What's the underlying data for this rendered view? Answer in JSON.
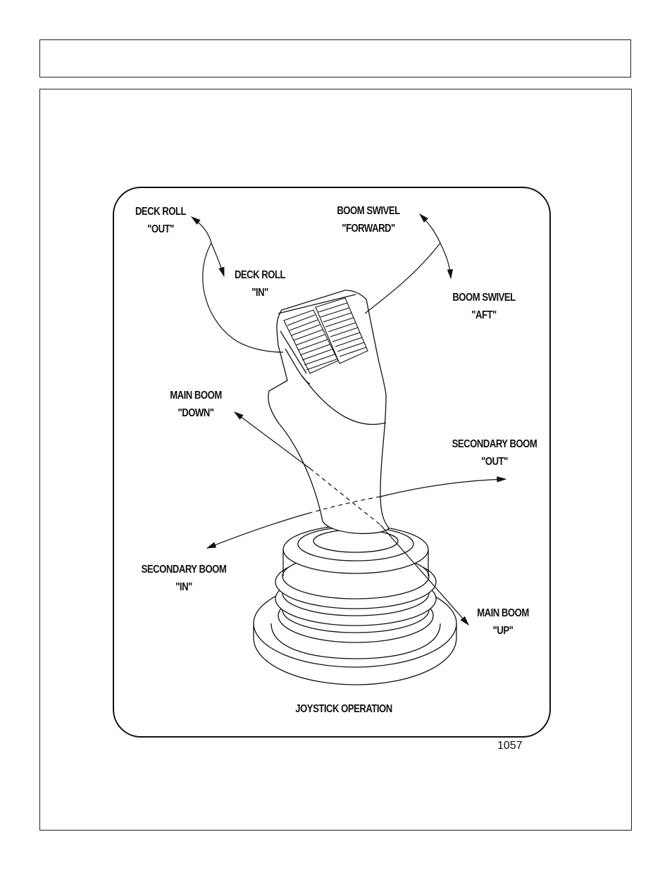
{
  "header": {
    "title": ""
  },
  "figure": {
    "labels": {
      "deck_roll_out": {
        "line1": "DECK ROLL",
        "line2": "\"OUT\""
      },
      "deck_roll_in": {
        "line1": "DECK ROLL",
        "line2": "\"IN\""
      },
      "boom_swivel_forward": {
        "line1": "BOOM SWIVEL",
        "line2": "\"FORWARD\""
      },
      "boom_swivel_aft": {
        "line1": "BOOM SWIVEL",
        "line2": "\"AFT\""
      },
      "main_boom_down": {
        "line1": "MAIN BOOM",
        "line2": "\"DOWN\""
      },
      "secondary_boom_out": {
        "line1": "SECONDARY BOOM",
        "line2": "\"OUT\""
      },
      "secondary_boom_in": {
        "line1": "SECONDARY BOOM",
        "line2": "\"IN\""
      },
      "main_boom_up": {
        "line1": "MAIN BOOM",
        "line2": "\"UP\""
      }
    },
    "caption": "JOYSTICK OPERATION",
    "number": "1057"
  }
}
